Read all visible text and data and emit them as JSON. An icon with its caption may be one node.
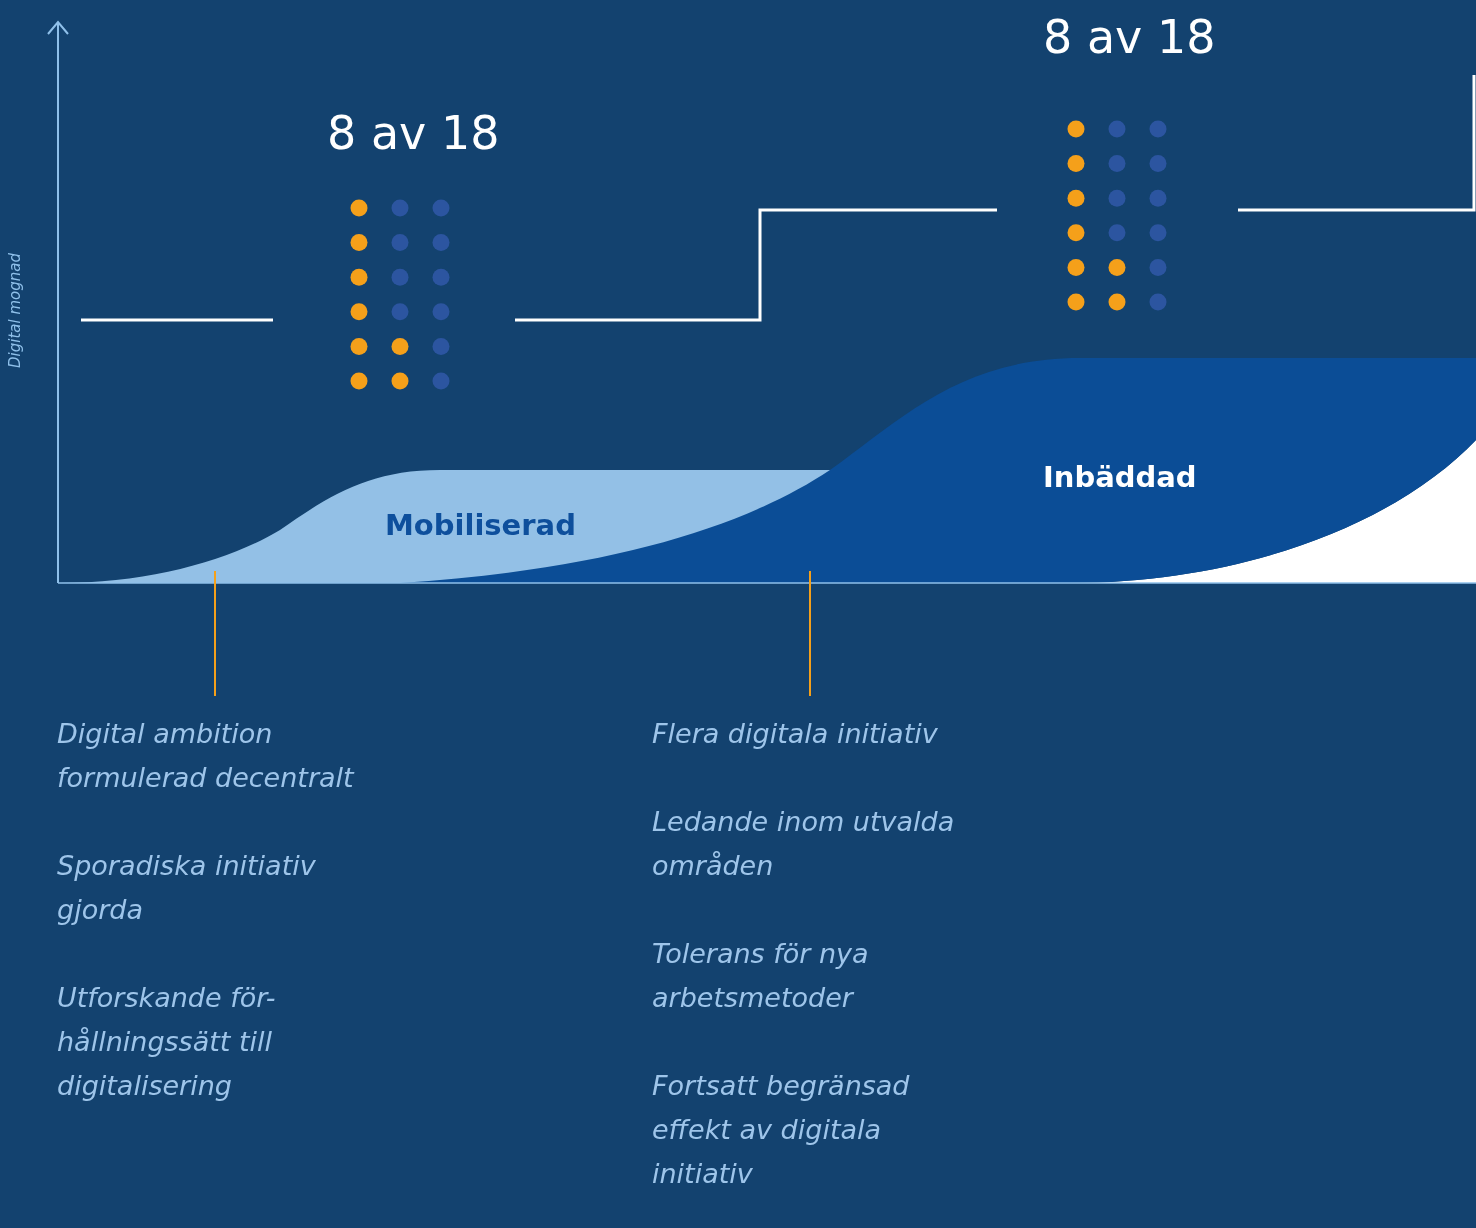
{
  "diagram": {
    "nodes": [
      {
        "text": [
          "Mobiliserad"
        ]
      },
      {
        "text": [
          "Inbäddad"
        ]
      },
      {
        "text": [
          "Digital ambition formulerad decentralt",
          "Sporadiska initiativ gjorda",
          "Utforskande för-hållningssätt till digitalisering"
        ]
      },
      {
        "text": [
          "Flera digitala initiativ",
          "Ledande inom utvalda områden",
          "Tolerans för nya arbetsmetoder",
          "Fortsatt begränsad effekt av digitala initiativ"
        ]
      }
    ],
    "edges": [
      {
        "from": 2,
        "to": 0,
        "arrow": "none"
      },
      {
        "from": 3,
        "to": 1,
        "arrow": "none"
      }
    ],
    "labels": [
      "Digital mognad",
      "8 av 18",
      "8 av 18"
    ]
  }
}
